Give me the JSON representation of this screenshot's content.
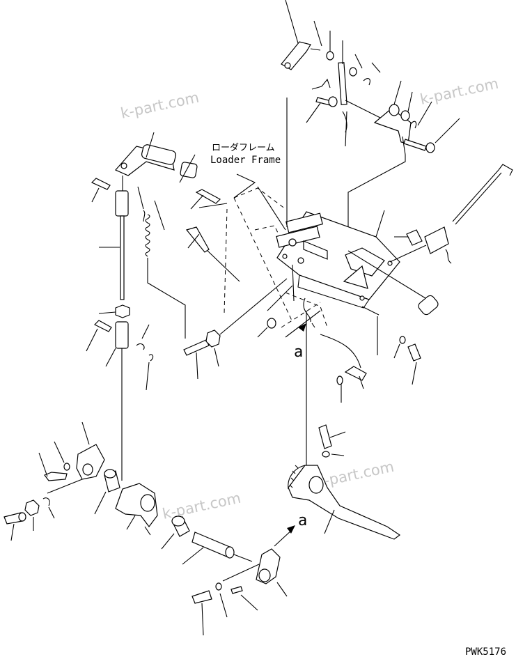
{
  "diagram": {
    "label_jp": "ローダフレーム",
    "label_en": "Loader Frame",
    "view_marker": "a",
    "figure_code": "PWK5176",
    "watermark": "k-part.com"
  }
}
